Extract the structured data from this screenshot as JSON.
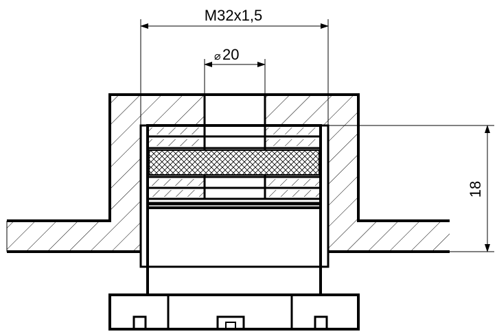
{
  "dimensions": {
    "thread": "M32x1,5",
    "bore": "20",
    "bore_symbol": "⌀",
    "height": "18"
  },
  "colors": {
    "line": "#000000",
    "background": "#ffffff"
  }
}
